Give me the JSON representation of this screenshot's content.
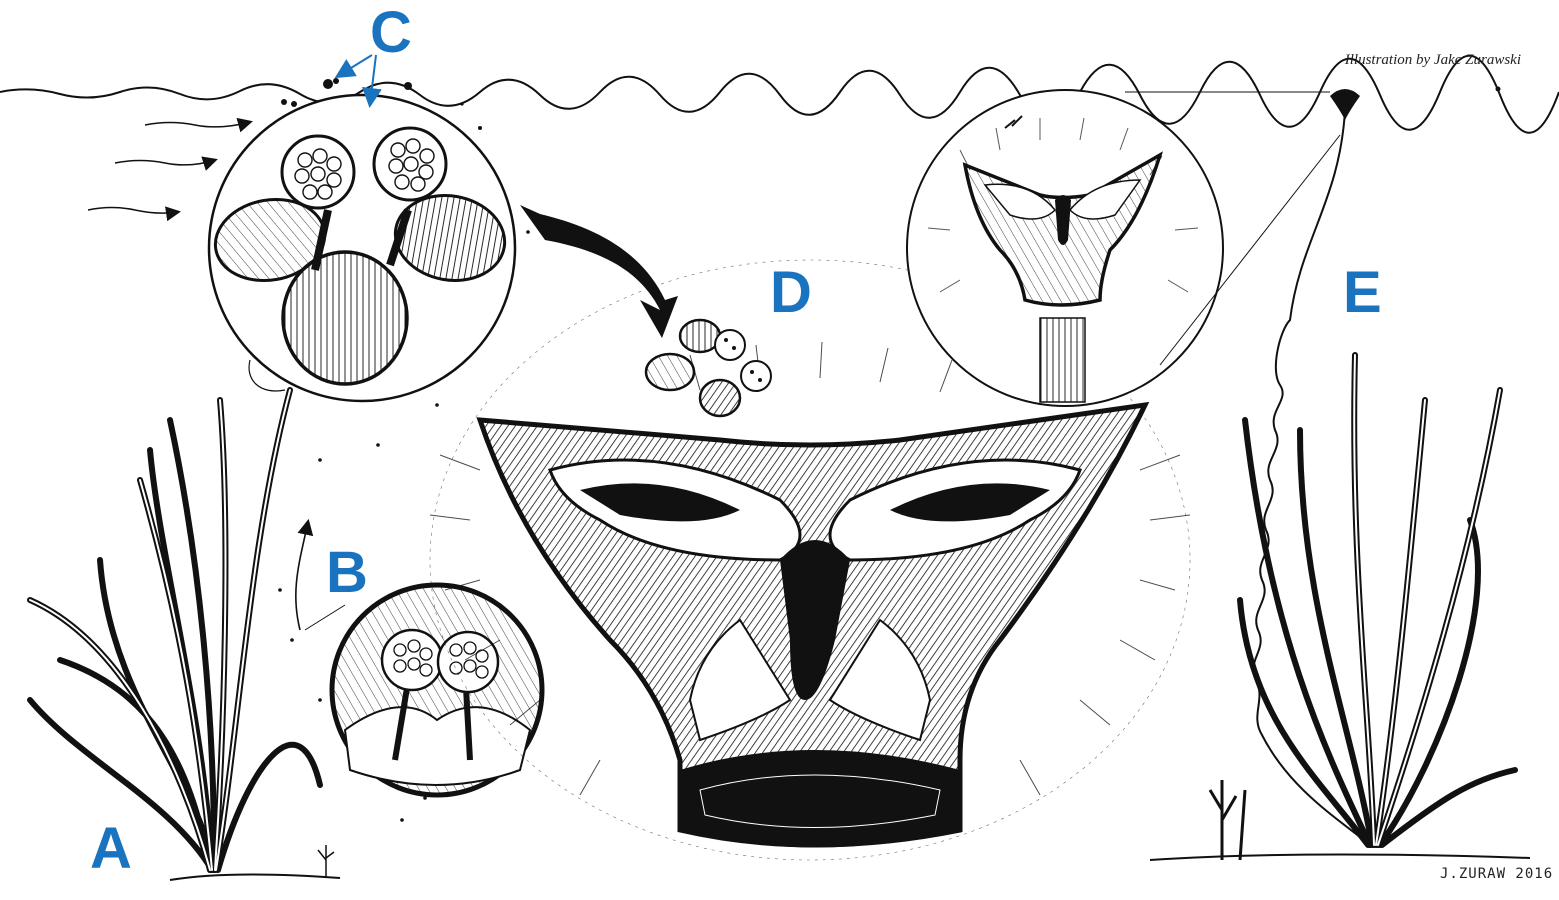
{
  "credit": "Illustration by Jake Zurawski",
  "signature": "J.ZURAW 2016",
  "labels": {
    "a": "A",
    "b": "B",
    "c": "C",
    "d": "D",
    "e": "E"
  },
  "colors": {
    "label": "#1a73be",
    "ink": "#111111",
    "paper": "#ffffff"
  }
}
